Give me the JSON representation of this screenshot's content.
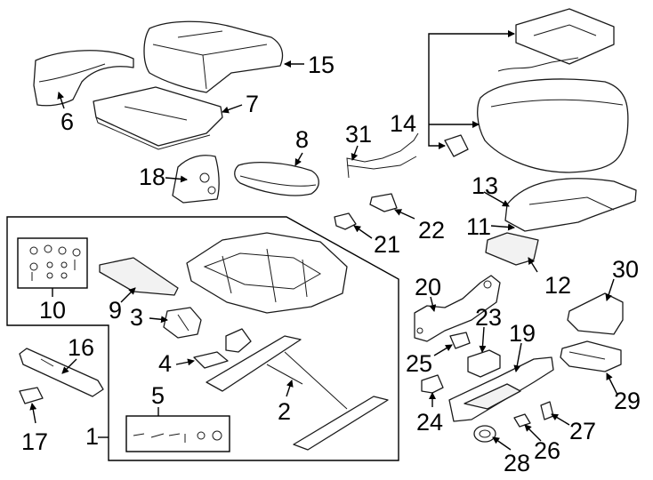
{
  "callouts": {
    "c1": "1",
    "c2": "2",
    "c3": "3",
    "c4": "4",
    "c5": "5",
    "c6": "6",
    "c7": "7",
    "c8": "8",
    "c9": "9",
    "c10": "10",
    "c11": "11",
    "c12": "12",
    "c13": "13",
    "c14": "14",
    "c15": "15",
    "c16": "16",
    "c17": "17",
    "c18": "18",
    "c19": "19",
    "c20": "20",
    "c21": "21",
    "c22": "22",
    "c23": "23",
    "c24": "24",
    "c25": "25",
    "c26": "26",
    "c27": "27",
    "c28": "28",
    "c29": "29",
    "c30": "30",
    "c31": "31"
  },
  "colors": {
    "line": "#1a1a1a",
    "background": "#ffffff"
  }
}
